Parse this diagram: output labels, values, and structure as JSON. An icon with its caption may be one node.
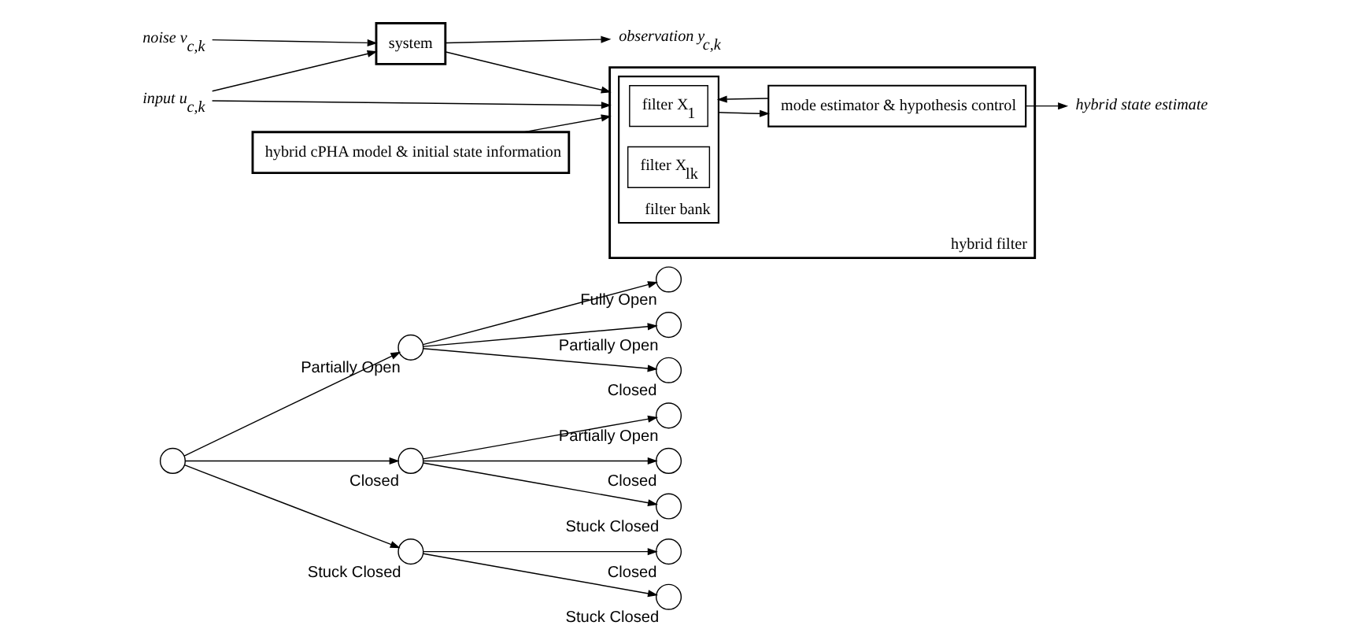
{
  "diagram": {
    "nodes": [
      {
        "text": [],
        "shape": "circle"
      },
      {
        "text": [],
        "shape": "circle",
        "beside": [
          "Partially Open"
        ]
      },
      {
        "text": [],
        "shape": "circle",
        "beside": [
          "Closed"
        ]
      },
      {
        "text": [],
        "shape": "circle",
        "beside": [
          "Stuck Closed"
        ]
      },
      {
        "text": [],
        "shape": "circle",
        "beside": [
          "Fully Open"
        ]
      },
      {
        "text": [],
        "shape": "circle",
        "beside": [
          "Partially Open"
        ]
      },
      {
        "text": [],
        "shape": "circle",
        "beside": [
          "Closed"
        ]
      },
      {
        "text": [],
        "shape": "circle",
        "beside": [
          "Partially Open"
        ]
      },
      {
        "text": [],
        "shape": "circle",
        "beside": [
          "Closed"
        ]
      },
      {
        "text": [],
        "shape": "circle",
        "beside": [
          "Stuck Closed"
        ]
      },
      {
        "text": [],
        "shape": "circle",
        "beside": [
          "Closed"
        ]
      },
      {
        "text": [],
        "shape": "circle",
        "beside": [
          "Stuck Closed"
        ]
      },
      {
        "text": [
          "noise v$_{c,k}$"
        ]
      },
      {
        "text": [
          "system"
        ]
      },
      {
        "text": [
          "input u$_{c,k}$"
        ]
      },
      {
        "text": [
          "observation y$_{c,k}$"
        ]
      },
      {
        "text": [
          "hybrid filter"
        ]
      },
      {
        "text": [
          "filter bank"
        ],
        "in": 16
      },
      {
        "text": [
          "filter X$_{1}$"
        ],
        "in": 17
      },
      {
        "text": [
          "filter X$_{lk}$"
        ],
        "in": 17
      },
      {
        "text": [
          "mode estimator & hypothesis control"
        ],
        "in": 16
      },
      {
        "text": [
          "hybrid state estimate"
        ]
      },
      {
        "text": [
          "hybrid cPHA model & initial state information"
        ]
      }
    ],
    "edges": [
      {
        "from": 0,
        "to": 1,
        "arrow": "to"
      },
      {
        "from": 0,
        "to": 2,
        "arrow": "to"
      },
      {
        "from": 0,
        "to": 3,
        "arrow": "to"
      },
      {
        "from": 1,
        "to": 4,
        "arrow": "to"
      },
      {
        "from": 1,
        "to": 5,
        "arrow": "to"
      },
      {
        "from": 1,
        "to": 6,
        "arrow": "to"
      },
      {
        "from": 2,
        "to": 7,
        "arrow": "to"
      },
      {
        "from": 2,
        "to": 8,
        "arrow": "to"
      },
      {
        "from": 2,
        "to": 9,
        "arrow": "to"
      },
      {
        "from": 3,
        "to": 10,
        "arrow": "to"
      },
      {
        "from": 3,
        "to": 11,
        "arrow": "to"
      },
      {
        "from": 12,
        "to": 13,
        "arrow": "to"
      },
      {
        "from": 14,
        "to": 13,
        "arrow": "to"
      },
      {
        "from": 14,
        "to": 16,
        "arrow": "to"
      },
      {
        "from": 13,
        "to": 15,
        "arrow": "to"
      },
      {
        "from": 13,
        "to": 16,
        "arrow": "to"
      },
      {
        "from": 17,
        "to": 20,
        "arrow": "to"
      },
      {
        "from": 20,
        "to": 17,
        "arrow": "to"
      },
      {
        "from": 20,
        "to": 21,
        "arrow": "to"
      },
      {
        "from": 22,
        "to": 16,
        "arrow": "to"
      }
    ]
  }
}
